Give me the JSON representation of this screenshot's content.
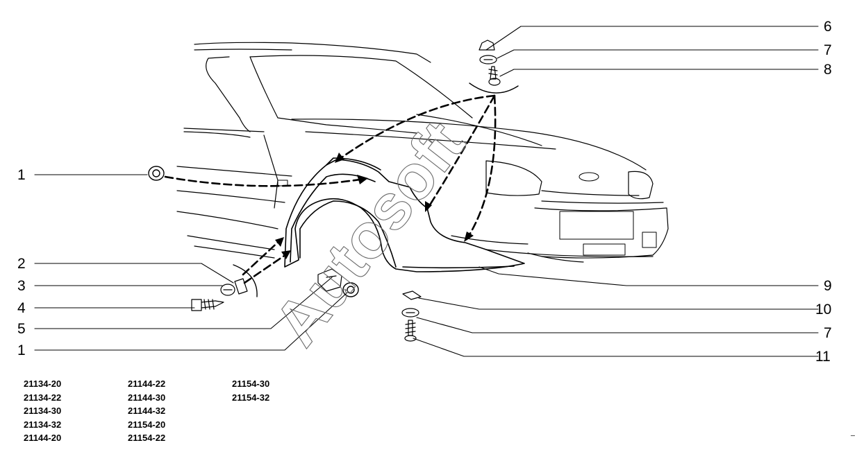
{
  "callouts_left": [
    "1",
    "2",
    "3",
    "4",
    "5",
    "1"
  ],
  "callouts_right": [
    "6",
    "7",
    "8",
    "9",
    "10",
    "7",
    "11"
  ],
  "model_codes": [
    [
      "21134-20",
      "21134-22",
      "21134-30",
      "21134-32",
      "21144-20"
    ],
    [
      "21144-22",
      "21144-30",
      "21144-32",
      "21154-20",
      "21154-22"
    ],
    [
      "21154-30",
      "21154-32"
    ]
  ],
  "watermark": "Autosoft"
}
